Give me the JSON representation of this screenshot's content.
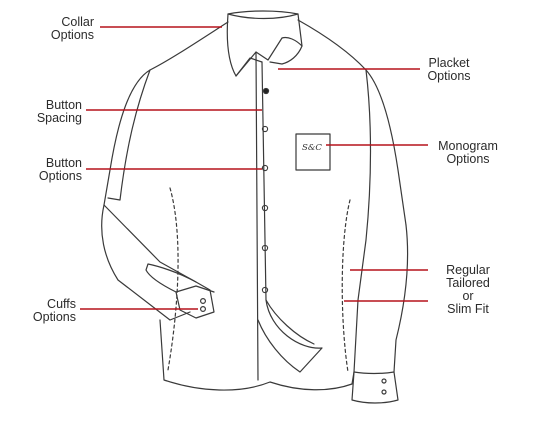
{
  "monogram_text": "S&C",
  "callouts": {
    "collar": [
      "Collar",
      "Options"
    ],
    "button_spacing": [
      "Button",
      "Spacing"
    ],
    "button_options": [
      "Button",
      "Options"
    ],
    "cuffs": [
      "Cuffs",
      "Options"
    ],
    "placket": [
      "Placket",
      "Options"
    ],
    "monogram": [
      "Monogram",
      "Options"
    ],
    "fit": [
      "Regular",
      "Tailored",
      "or",
      "Slim Fit"
    ]
  },
  "colors": {
    "leader_line": "#b5121b",
    "outline": "#3a3a3a",
    "label_text": "#2b2b2b"
  }
}
